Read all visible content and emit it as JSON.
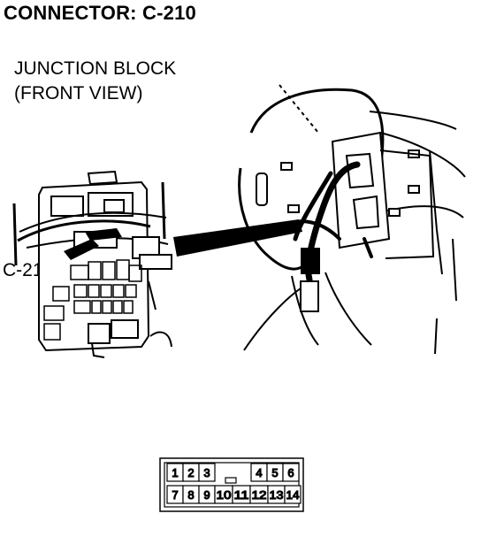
{
  "title": "CONNECTOR: C-210",
  "subtitle": {
    "line1": "JUNCTION BLOCK",
    "line2": "(FRONT VIEW)"
  },
  "callout_label": "C-210",
  "connector": {
    "top_row": [
      "1",
      "2",
      "3",
      "",
      "4",
      "5",
      "6"
    ],
    "bottom_row": [
      "7",
      "8",
      "9",
      "10",
      "11",
      "12",
      "13",
      "14"
    ]
  }
}
